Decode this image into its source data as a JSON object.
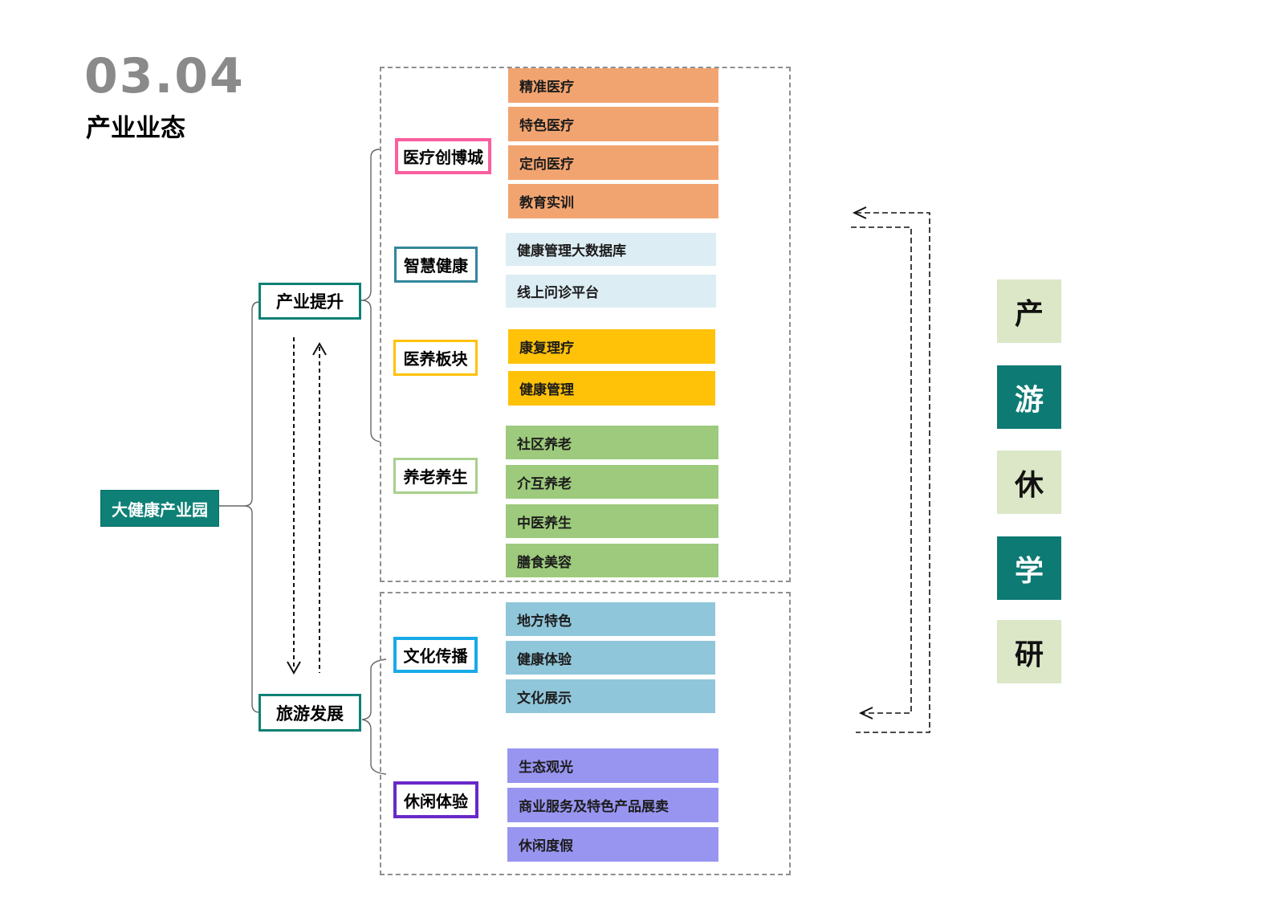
{
  "header": {
    "number": "03.04",
    "title": "产业业态"
  },
  "root": {
    "label": "大健康产业园",
    "fill": "#0E8076",
    "text_color": "#FFFFFF"
  },
  "branches": [
    {
      "label": "产业提升",
      "border": "#0E8076"
    },
    {
      "label": "旅游发展",
      "border": "#0E8076"
    }
  ],
  "groups": [
    {
      "label": "医疗创博城",
      "border": "#FA5E9E",
      "item_bg": "#F2A470",
      "items": [
        "精准医疗",
        "特色医疗",
        "定向医疗",
        "教育实训"
      ]
    },
    {
      "label": "智慧健康",
      "border": "#34879B",
      "item_bg": "#DCEDF4",
      "items": [
        "健康管理大数据库",
        "线上问诊平台"
      ]
    },
    {
      "label": "医养板块",
      "border": "#FFC208",
      "item_bg": "#FFC208",
      "items": [
        "康复理疗",
        "健康管理"
      ]
    },
    {
      "label": "养老养生",
      "border": "#A8D08D",
      "item_bg": "#9DCA7C",
      "items": [
        "社区养老",
        "介互养老",
        "中医养生",
        "膳食美容"
      ]
    },
    {
      "label": "文化传播",
      "border": "#18AAE8",
      "item_bg": "#90C6DA",
      "items": [
        "地方特色",
        "健康体验",
        "文化展示"
      ]
    },
    {
      "label": "休闲体验",
      "border": "#6928C8",
      "item_bg": "#9895F1",
      "items": [
        "生态观光",
        "商业服务及特色产品展卖",
        "休闲度假"
      ]
    }
  ],
  "rail": {
    "items": [
      {
        "label": "产",
        "variant": "light"
      },
      {
        "label": "游",
        "variant": "dark"
      },
      {
        "label": "休",
        "variant": "light"
      },
      {
        "label": "学",
        "variant": "dark"
      },
      {
        "label": "研",
        "variant": "light"
      }
    ],
    "light_bg": "#DBE7C6",
    "dark_bg": "#0E7A74"
  },
  "connector_colors": {
    "thin_line": "#666666",
    "dashed_arrow": "#111111",
    "container_dash": "#8F8F8F"
  }
}
